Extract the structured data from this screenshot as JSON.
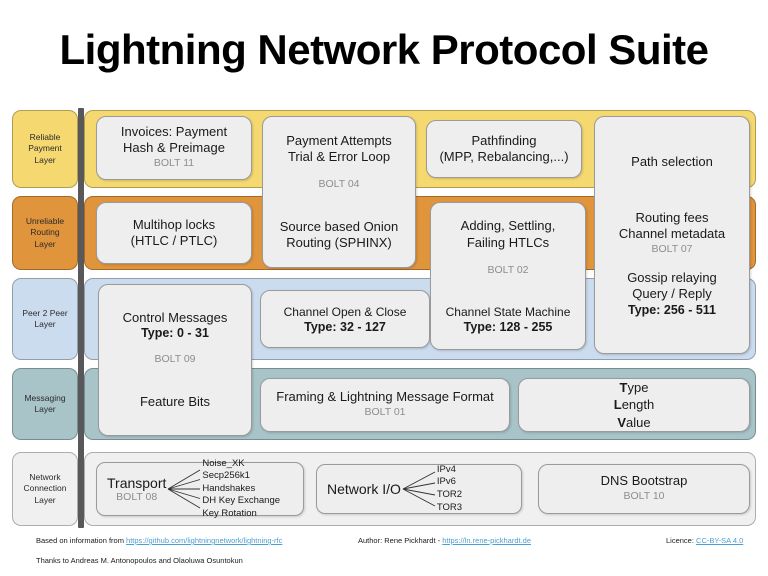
{
  "title": "Lightning Network Protocol Suite",
  "layers": [
    {
      "name": "Reliable Payment Layer",
      "label": "Reliable\nPayment\nLayer",
      "color": "#f5d970"
    },
    {
      "name": "Unreliable Routing Layer",
      "label": "Unreliable\nRouting\nLayer",
      "color": "#e0943c"
    },
    {
      "name": "Peer 2 Peer Layer",
      "label": "Peer 2 Peer\nLayer",
      "color": "#ccdcef"
    },
    {
      "name": "Messaging Layer",
      "label": "Messaging\nLayer",
      "color": "#a8c4c8"
    },
    {
      "name": "Network Connection Layer",
      "label": "Network\nConnection\nLayer",
      "color": "#f0f0f0"
    }
  ],
  "boxes": {
    "invoices": {
      "line1": "Invoices: Payment",
      "line2": "Hash & Preimage",
      "bolt": "BOLT 11"
    },
    "payment_attempts": {
      "line1": "Payment Attempts",
      "line2": "Trial & Error Loop",
      "bolt": "BOLT 04",
      "line3": "Source based Onion",
      "line4": "Routing (SPHINX)"
    },
    "pathfinding": {
      "line1": "Pathfinding",
      "line2": "(MPP, Rebalancing,...)"
    },
    "right_column": {
      "line1": "Path selection",
      "line2": "Routing fees",
      "line3": "Channel metadata",
      "bolt": "BOLT 07",
      "line4": "Gossip relaying",
      "line5": "Query / Reply",
      "type": "Type: 256 - 511"
    },
    "multihop": {
      "line1": "Multihop locks",
      "line2": "(HTLC / PTLC)"
    },
    "htlcs": {
      "line1": "Adding, Settling,",
      "line2": "Failing HTLCs",
      "bolt": "BOLT 02",
      "line3": "Channel State Machine",
      "type": "Type: 128 - 255"
    },
    "control": {
      "line1": "Control Messages",
      "type": "Type: 0 - 31",
      "bolt": "BOLT 09",
      "line2": "Feature Bits"
    },
    "channel_open": {
      "line1": "Channel Open & Close",
      "type": "Type: 32 - 127"
    },
    "framing": {
      "line1": "Framing & Lightning Message Format",
      "bolt": "BOLT 01"
    },
    "tlv": {
      "t_bold": "T",
      "t_rest": "ype",
      "l_bold": "L",
      "l_rest": "ength",
      "v_bold": "V",
      "v_rest": "alue"
    },
    "transport": {
      "line1": "Transport",
      "bolt": "BOLT 08",
      "items": [
        "Noise_XK",
        "Secp256k1",
        "Handshakes",
        "DH Key Exchange",
        "Key Rotation"
      ]
    },
    "network_io": {
      "line1": "Network I/O",
      "items": [
        "IPv4",
        "IPv6",
        "TOR2",
        "TOR3"
      ]
    },
    "dns": {
      "line1": "DNS Bootstrap",
      "bolt": "BOLT 10"
    }
  },
  "footer": {
    "based_on_prefix": "Based on information from ",
    "based_on_link": "https://github.com/lightningnetwork/lightning-rfc",
    "author_prefix": "Author: Rene Pickhardt - ",
    "author_link": "https://ln.rene-pickhardt.de",
    "licence_prefix": "Licence: ",
    "licence_link": "CC-BY-SA 4.0",
    "thanks": "Thanks to Andreas M. Antonopoulos and Olaoluwa Osuntokun"
  }
}
